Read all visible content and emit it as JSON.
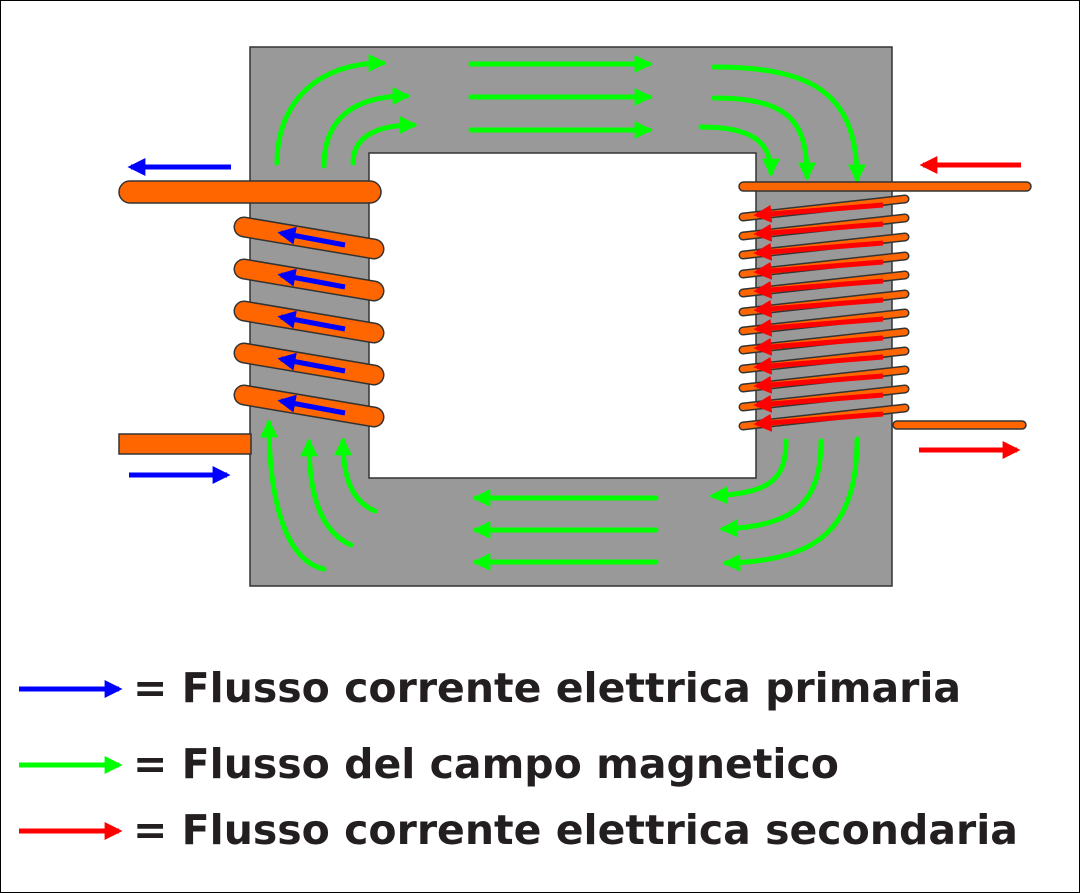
{
  "colors": {
    "core": "#999999",
    "window": "#ffffff",
    "copper": "#ff6600",
    "primary_current": "#0000ff",
    "magnetic_flux": "#00ff00",
    "secondary_current": "#ff0000"
  },
  "primary_winding": {
    "turns": 5
  },
  "secondary_winding": {
    "turns": 12
  },
  "legend": [
    {
      "key": "primary_current",
      "text": "= Flusso corrente elettrica primaria"
    },
    {
      "key": "magnetic_flux",
      "text": "= Flusso del campo magnetico"
    },
    {
      "key": "secondary_current",
      "text": "= Flusso corrente elettrica secondaria"
    }
  ]
}
